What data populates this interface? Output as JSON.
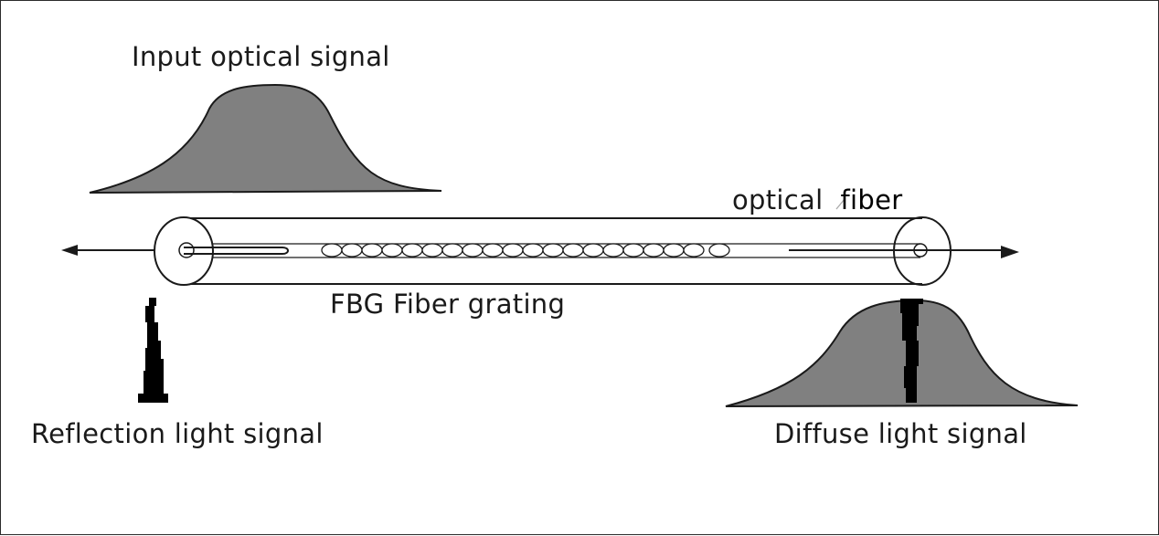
{
  "labels": {
    "input_signal": "Input optical signal",
    "optical_word": "optical",
    "fiber_word": "fiber",
    "fbg": "FBG Fiber grating",
    "reflection_signal": "Reflection light signal",
    "diffuse_signal": "Diffuse light signal"
  },
  "colors": {
    "signal_fill": "#808080",
    "outline": "#1a1a1a",
    "spike": "#000000",
    "background": "#ffffff"
  }
}
